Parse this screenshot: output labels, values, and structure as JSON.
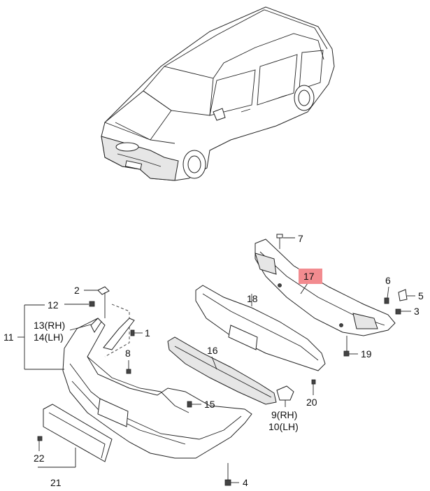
{
  "diagram": {
    "callouts": {
      "c1": "1",
      "c2": "2",
      "c3": "3",
      "c4": "4",
      "c5": "5",
      "c6": "6",
      "c7": "7",
      "c8": "8",
      "c9": "9(RH)",
      "c10": "10(LH)",
      "c11": "11",
      "c12": "12",
      "c13": "13(RH)",
      "c14": "14(LH)",
      "c15": "15",
      "c16": "16",
      "c17": "17",
      "c18": "18",
      "c19": "19",
      "c20": "20",
      "c21": "21",
      "c22": "22"
    },
    "highlight_color": "#f28b8f"
  }
}
